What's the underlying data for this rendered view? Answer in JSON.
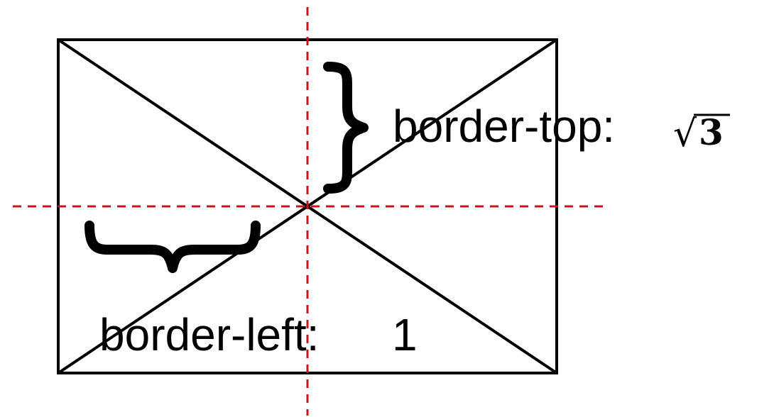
{
  "diagram": {
    "border_top": {
      "label": "border-top:",
      "value_radicand": "3"
    },
    "border_left": {
      "label": "border-left:",
      "value": "1"
    }
  },
  "colors": {
    "stroke": "#000000",
    "guide": "#c8141e"
  }
}
